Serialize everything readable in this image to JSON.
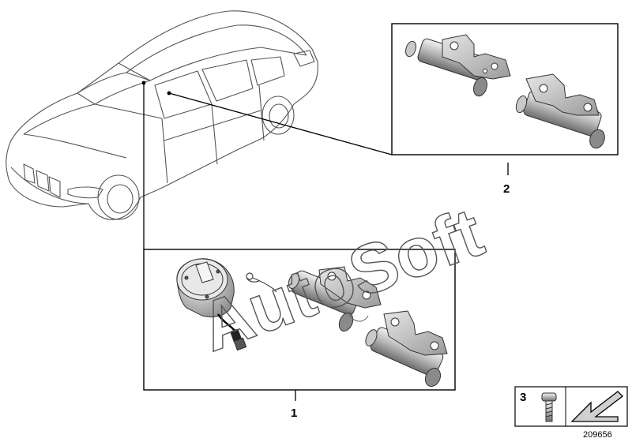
{
  "watermark": "AutoSoft",
  "callouts": {
    "part_1": "1",
    "part_2": "2",
    "part_3": "3"
  },
  "diagram_number": "209656",
  "icons": {
    "vehicle": "car-outline-icon",
    "soft-close-drive": "motor-unit-icon",
    "latch-rod": "door-latch-icon",
    "screw": "screw-icon",
    "direction": "arrow-icon"
  },
  "colors": {
    "line": "#000000",
    "part_fill": "#d4d4d4",
    "part_dark": "#8a8a8a",
    "watermark": "#555555"
  }
}
